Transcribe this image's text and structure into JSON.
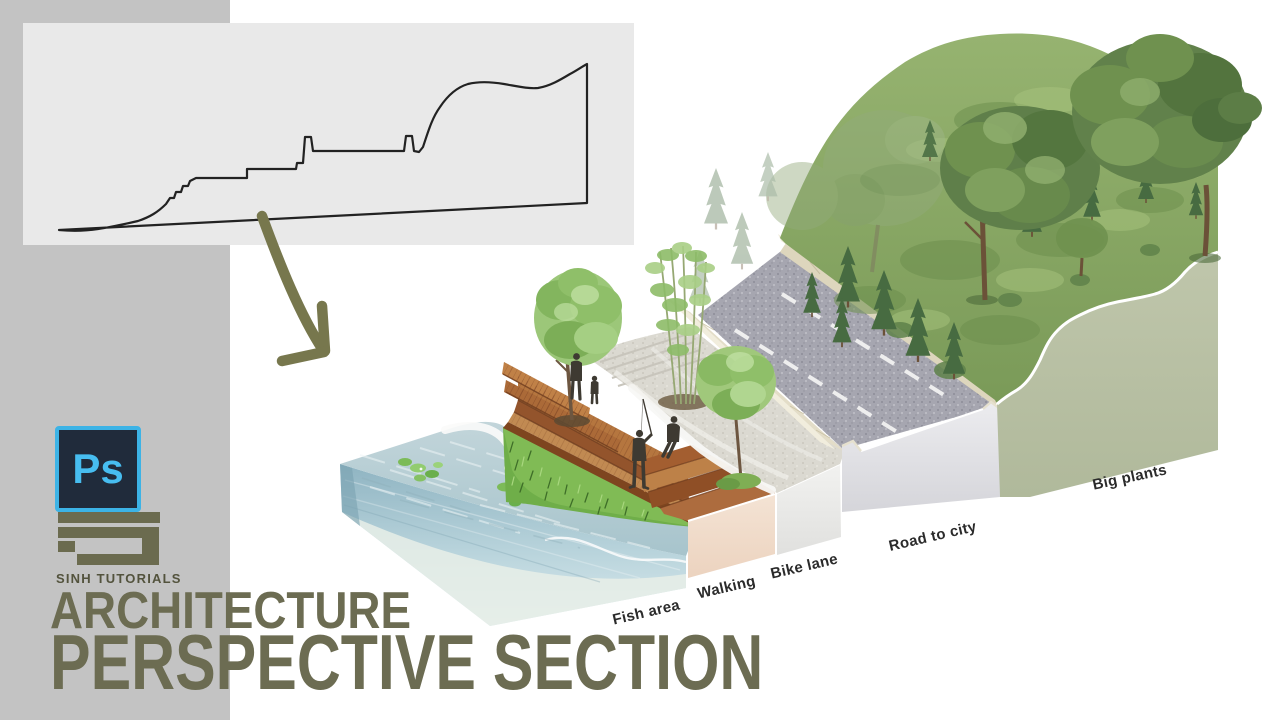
{
  "branding": {
    "photoshop_label": "Ps",
    "studio_name": "SINH TUTORIALS"
  },
  "title": {
    "line1": "ARCHITECTURE",
    "line2": "PERSPECTIVE SECTION"
  },
  "diagram": {
    "labels": [
      {
        "text": "Fish area"
      },
      {
        "text": "Walking"
      },
      {
        "text": "Bike lane"
      },
      {
        "text": "Road to city"
      },
      {
        "text": "Big plants"
      }
    ]
  },
  "palette": {
    "gray-column": "#c3c3c3",
    "panel": "#e9e9e9",
    "sketch-line": "#222222",
    "arrow": "#77774d",
    "title": "#6c6c52",
    "label": "#2b2b2b",
    "sinh-logo": "#6b6b4f",
    "sinh-text": "#53533d",
    "ps-bg": "#202b3b",
    "ps-accent": "#3cb3e6",
    "ps-text": "#47bdf0",
    "water-face": "#9dbecb",
    "walking-face": "#f3e2d3",
    "bike-face": "#efefed",
    "road-face": "#e3e3e6",
    "plants-face": "#b8c0a3",
    "road-asphalt": "#a6a6b0",
    "wood": "#b5763f",
    "grass": "#7cae57"
  }
}
